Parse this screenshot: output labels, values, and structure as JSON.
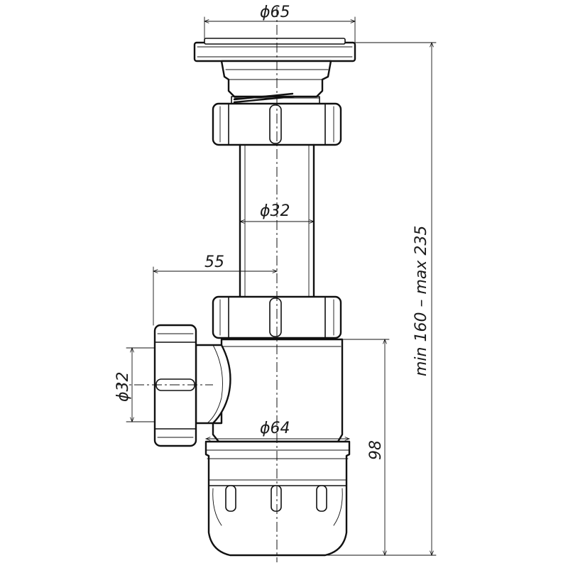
{
  "dimensions": {
    "top_diameter": "ϕ65",
    "pipe_diameter": "ϕ32",
    "offset": "55",
    "side_outlet_diameter": "ϕ32",
    "bottle_diameter": "ϕ64",
    "bottle_height": "98",
    "overall_height": "min 160 – max 235"
  }
}
